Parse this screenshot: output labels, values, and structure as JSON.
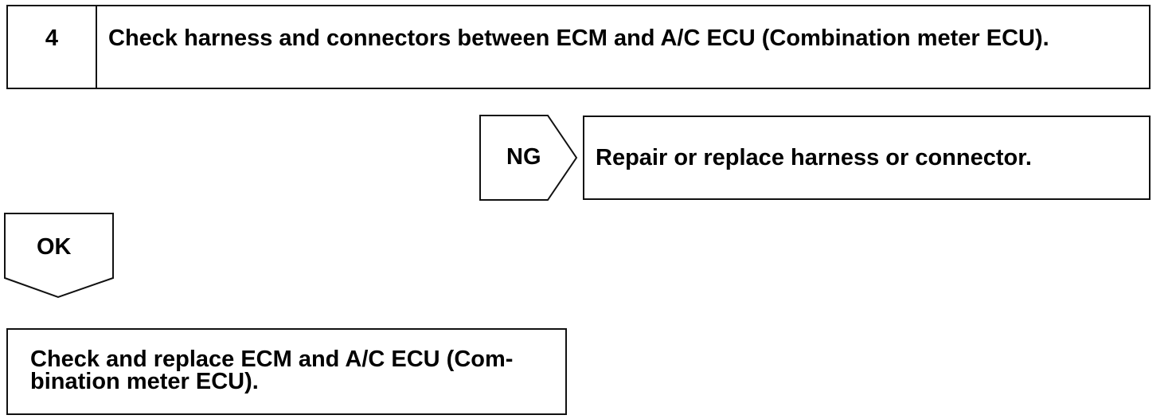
{
  "step": {
    "number": "4",
    "title": "Check harness and connectors between ECM and A/C ECU (Combination meter ECU)."
  },
  "ng_branch": {
    "label": "NG",
    "action": "Repair or replace harness or connector."
  },
  "ok_branch": {
    "label": "OK"
  },
  "final_action": {
    "line1": "Check and replace ECM and A/C ECU (Com-",
    "line2": "bination meter ECU)."
  }
}
